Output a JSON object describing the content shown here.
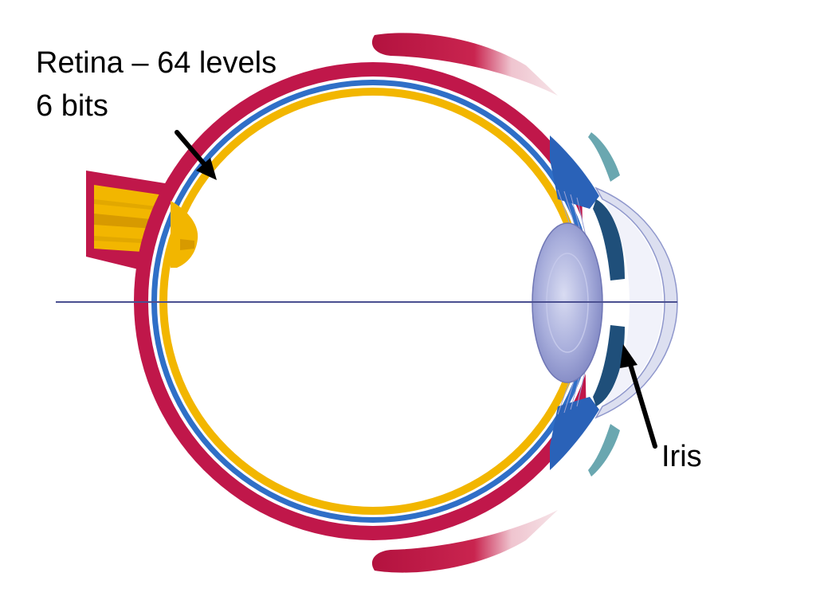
{
  "labels": {
    "retina_line1": "Retina – 64 levels",
    "retina_line2": "6 bits",
    "iris": "Iris"
  },
  "colors": {
    "sclera": "#c0174a",
    "sclera_dark": "#8e0f35",
    "choroid": "#2f6fc7",
    "retina": "#f2b600",
    "nerve_stripe": "#d79a00",
    "lens": "#8f97cc",
    "iris": "#1f4f7a",
    "cornea": "#dcdff0",
    "muscle_pink": "#f0c8d0",
    "axis": "#4a4f90",
    "arrow": "#000000"
  },
  "icons": {
    "retina_pointer": "arrow-down-right-icon",
    "iris_pointer": "arrow-up-left-icon"
  }
}
